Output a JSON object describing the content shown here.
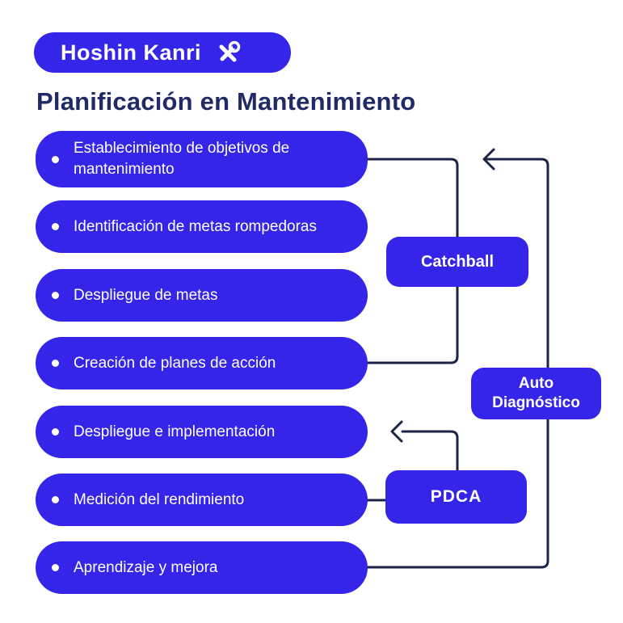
{
  "badge": {
    "label": "Hoshin Kanri",
    "icon": "tools-icon"
  },
  "title": "Planificación en Mantenimiento",
  "steps": [
    {
      "label": "Establecimiento de objetivos de mantenimiento"
    },
    {
      "label": "Identificación de metas rompedoras"
    },
    {
      "label": "Despliegue de metas"
    },
    {
      "label": "Creación de planes de acción"
    },
    {
      "label": "Despliegue e implementación"
    },
    {
      "label": "Medición del rendimiento"
    },
    {
      "label": "Aprendizaje y mejora"
    }
  ],
  "side_boxes": {
    "catchball": {
      "label": "Catchball"
    },
    "auto_diagnostico": {
      "label": "Auto Diagnóstico"
    },
    "pdca": {
      "label": "PDCA"
    }
  },
  "colors": {
    "primary_blue": "#3425e9",
    "navy_title": "#202a66",
    "connector_line": "#1b2444",
    "background": "#ffffff",
    "text_on_blue": "#ffffff"
  }
}
